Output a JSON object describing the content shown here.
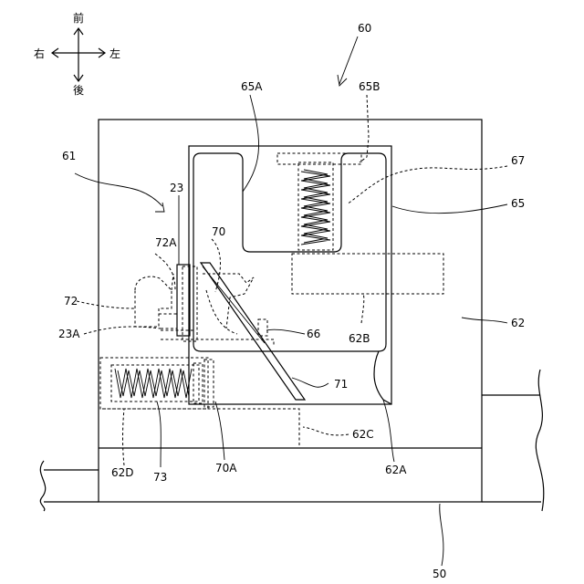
{
  "directions": {
    "front": "前",
    "back": "後",
    "right": "右",
    "left": "左"
  },
  "labels": {
    "l60": "60",
    "l61": "61",
    "l65A": "65A",
    "l65B": "65B",
    "l67": "67",
    "l65": "65",
    "l23": "23",
    "l72A": "72A",
    "l70": "70",
    "l72": "72",
    "l23A": "23A",
    "l66": "66",
    "l62B": "62B",
    "l62": "62",
    "l71": "71",
    "l62C": "62C",
    "l62D": "62D",
    "l73": "73",
    "l70A": "70A",
    "l62A": "62A",
    "l50": "50"
  }
}
